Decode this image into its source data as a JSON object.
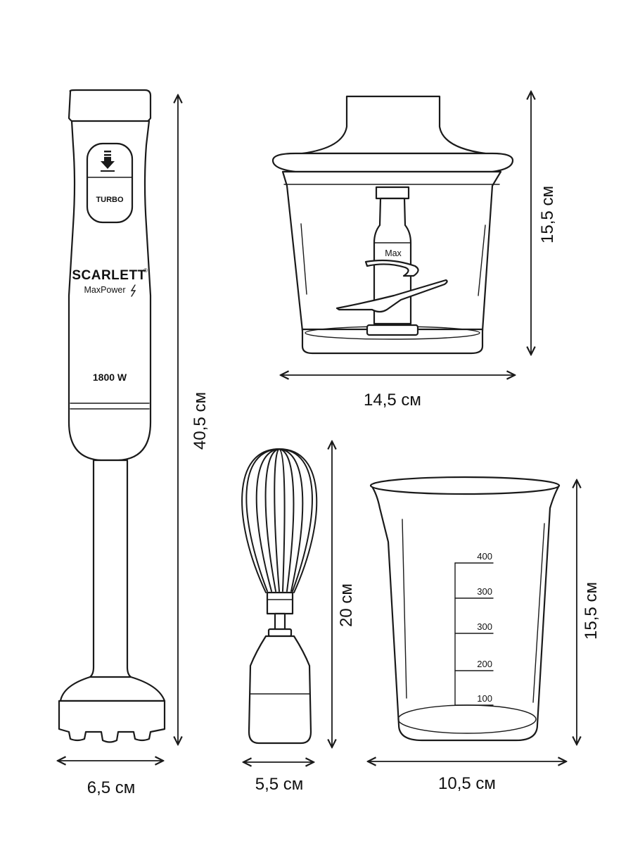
{
  "blender": {
    "brand": "SCARLETT",
    "registered_mark": "®",
    "model": "MaxPower",
    "turbo_label": "TURBO",
    "power_label": "1800 W",
    "width_label": "6,5 см",
    "height_label": "40,5 см"
  },
  "chopper": {
    "max_label": "Max",
    "width_label": "14,5 см",
    "height_label": "15,5 см"
  },
  "whisk": {
    "width_label": "5,5 см",
    "height_label": "20 см"
  },
  "beaker": {
    "scale_marks": [
      "400",
      "300",
      "300",
      "200",
      "100"
    ],
    "width_label": "10,5 см",
    "height_label": "15,5 см"
  }
}
